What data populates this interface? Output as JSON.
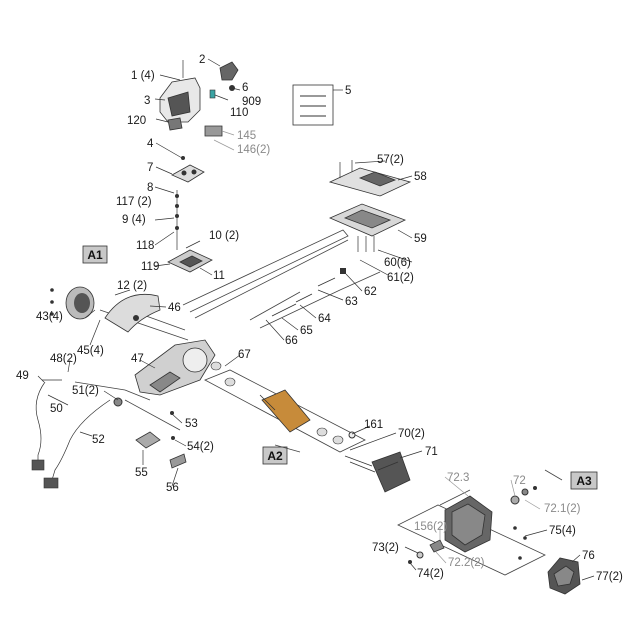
{
  "labels": {
    "p1": "1 (4)",
    "p2": "2",
    "p3": "3",
    "p4": "4",
    "p5": "5",
    "p6": "6",
    "p7": "7",
    "p8": "8",
    "p9": "9 (4)",
    "p10": "10 (2)",
    "p11": "11",
    "p12": "12 (2)",
    "p43": "43(4)",
    "p45": "45(4)",
    "p46": "46",
    "p47": "47",
    "p48": "48(2)",
    "p49": "49",
    "p50": "50",
    "p51": "51(2)",
    "p52": "52",
    "p53": "53",
    "p54": "54(2)",
    "p55": "55",
    "p56": "56",
    "p57": "57(2)",
    "p58": "58",
    "p59": "59",
    "p60": "60(6)",
    "p61": "61(2)",
    "p62": "62",
    "p63": "63",
    "p64": "64",
    "p65": "65",
    "p66": "66",
    "p67": "67",
    "p70": "70(2)",
    "p71": "71",
    "p72": "72",
    "p72_1": "72.1(2)",
    "p72_2": "72.2(2)",
    "p72_3": "72.3",
    "p73": "73(2)",
    "p74": "74(2)",
    "p75": "75(4)",
    "p76": "76",
    "p77": "77(2)",
    "p110": "110",
    "p117": "117 (2)",
    "p118": "118",
    "p119": "119",
    "p120": "120",
    "p145": "145",
    "p146": "146(2)",
    "p156": "156(2)",
    "p161": "161",
    "p909": "909"
  },
  "assemblies": {
    "a1": "A1",
    "a2": "A2",
    "a3": "A3"
  },
  "colors": {
    "line": "#333333",
    "secondary_label": "#8a8a8a",
    "assembly_box": "#c8c8c8"
  }
}
